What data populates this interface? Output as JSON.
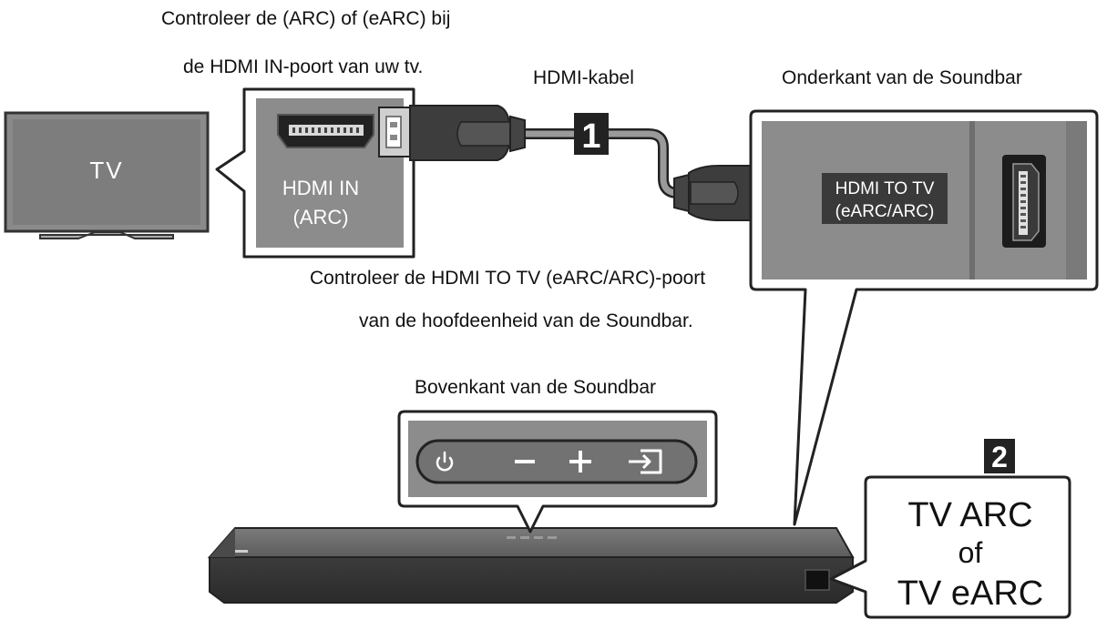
{
  "captions": {
    "tv_check_line1": "Controleer de (ARC) of (eARC) bij",
    "tv_check_line2": "de HDMI IN-poort van uw tv.",
    "cable": "HDMI-kabel",
    "bottom_side": "Onderkant van de Soundbar",
    "soundbar_check_line1": "Controleer de HDMI TO TV (eARC/ARC)-poort",
    "soundbar_check_line2": "van de hoofdeenheid van de Soundbar.",
    "top_side": "Bovenkant van de Soundbar"
  },
  "tv": {
    "label": "TV"
  },
  "tv_port": {
    "line1": "HDMI IN",
    "line2": "(ARC)"
  },
  "soundbar_port": {
    "line1": "HDMI TO TV",
    "line2": "(eARC/ARC)"
  },
  "steps": {
    "step1": "1",
    "step2": "2"
  },
  "display": {
    "line1": "TV ARC",
    "line2": "of",
    "line3": "TV eARC"
  },
  "controls": {
    "power": "power-icon",
    "minus": "minus-icon",
    "plus": "plus-icon",
    "source": "source-input-icon"
  },
  "colors": {
    "panel_gray": "#8c8c8c",
    "dark_gray": "#3a3a3a",
    "line": "#222222",
    "cable_gray": "#9a9a9a"
  }
}
